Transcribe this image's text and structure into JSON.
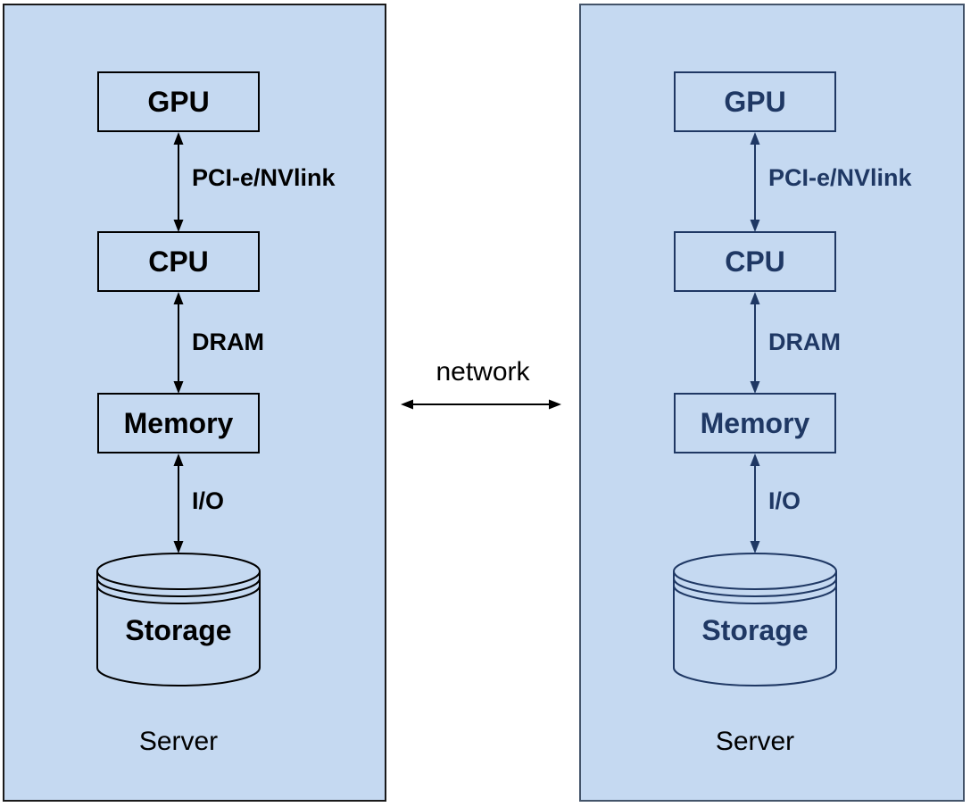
{
  "network": {
    "label": "network"
  },
  "servers": [
    {
      "side": "left",
      "caption": "Server",
      "components": [
        {
          "name": "gpu",
          "label": "GPU"
        },
        {
          "name": "cpu",
          "label": "CPU"
        },
        {
          "name": "memory",
          "label": "Memory"
        },
        {
          "name": "storage",
          "label": "Storage"
        }
      ],
      "links": [
        {
          "label": "PCI-e/NVlink"
        },
        {
          "label": "DRAM"
        },
        {
          "label": "I/O"
        }
      ]
    },
    {
      "side": "right",
      "caption": "Server",
      "components": [
        {
          "name": "gpu",
          "label": "GPU"
        },
        {
          "name": "cpu",
          "label": "CPU"
        },
        {
          "name": "memory",
          "label": "Memory"
        },
        {
          "name": "storage",
          "label": "Storage"
        }
      ],
      "links": [
        {
          "label": "PCI-e/NVlink"
        },
        {
          "label": "DRAM"
        },
        {
          "label": "I/O"
        }
      ]
    }
  ],
  "colors": {
    "page_bg": "#ffffff",
    "panel_fill": "#c5d9f1",
    "left_stroke": "#000000",
    "right_stroke": "#1f3864",
    "left_panel_border": "#1a1a1a",
    "right_panel_border": "#44546a",
    "network_color": "#000000"
  }
}
